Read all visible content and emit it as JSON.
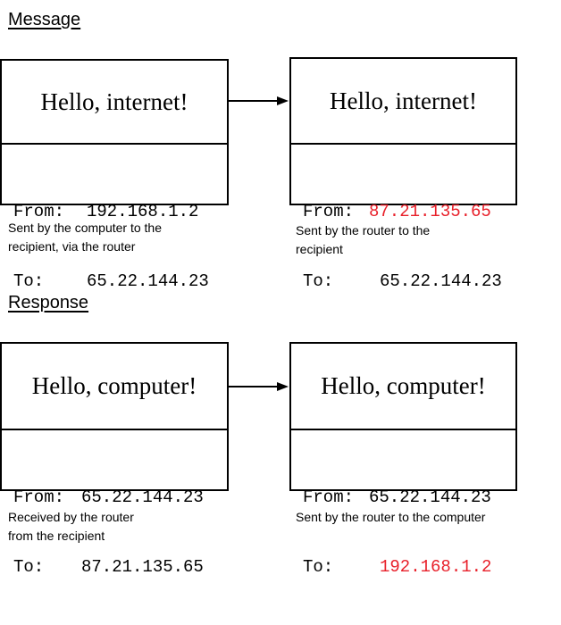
{
  "sections": [
    {
      "heading": "Message",
      "sent_packet": {
        "body": "Hello, internet!",
        "from_label": "From:",
        "from_value": "192.168.1.2",
        "to_label": "To:",
        "to_value": "65.22.144.23",
        "caption_lines": [
          "Sent by the computer to the",
          "recipient, via the router"
        ]
      },
      "forwarded_packet": {
        "body": "Hello, internet!",
        "from_label": "From:",
        "from_value": "87.21.135.65",
        "to_label": "To:",
        "to_value": "65.22.144.23",
        "caption_lines": [
          "Sent by the router to the",
          "recipient"
        ]
      }
    },
    {
      "heading": "Response",
      "sent_packet": {
        "body": "Hello, computer!",
        "from_label": "From:",
        "from_value": "65.22.144.23",
        "to_label": "To:",
        "to_value": "87.21.135.65",
        "caption_lines": [
          "Received by the router",
          "from the recipient"
        ]
      },
      "forwarded_packet": {
        "body": "Hello, computer!",
        "from_label": "From:",
        "from_value": "65.22.144.23",
        "to_label": "To:",
        "to_value": "192.168.1.2",
        "caption_lines": [
          "Sent by the router to the computer"
        ]
      }
    }
  ],
  "colors": {
    "changed_address": "#e8202a",
    "border": "#000000"
  }
}
